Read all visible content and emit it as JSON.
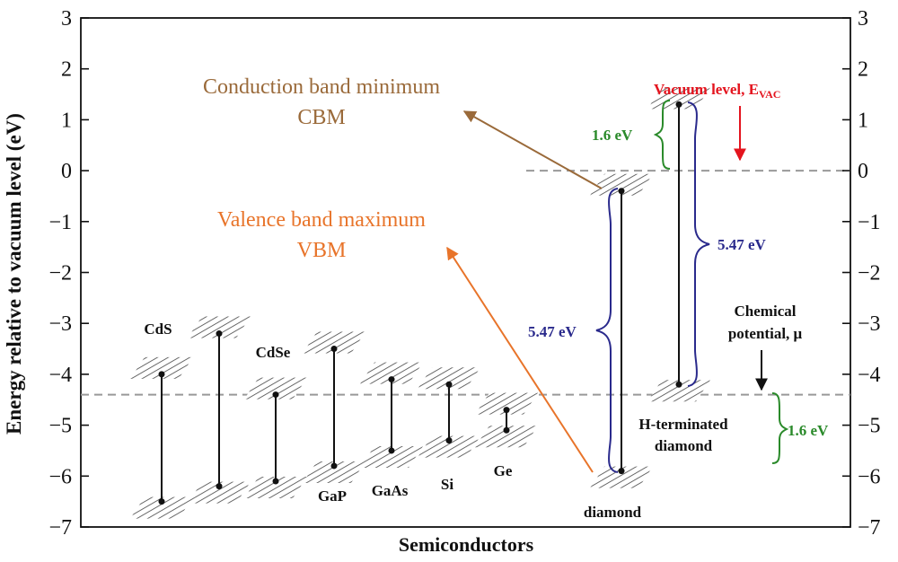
{
  "chart_data": {
    "type": "band-diagram",
    "xlabel": "Semiconductors",
    "ylabel": "Energy relative to vacuum level (eV)",
    "ylim": [
      -7,
      3
    ],
    "yticks": [
      "3",
      "2",
      "1",
      "0",
      "−1",
      "−2",
      "−3",
      "−4",
      "−5",
      "−6",
      "−7"
    ],
    "reference_lines": [
      {
        "name": "vacuum level",
        "y": 0
      },
      {
        "name": "chemical potential",
        "y": -4.4
      }
    ],
    "series": [
      {
        "label": "CdS",
        "cbm": -4.0,
        "vbm": -6.5
      },
      {
        "label": "",
        "cbm": -3.2,
        "vbm": -6.2
      },
      {
        "label": "CdSe",
        "cbm": -4.4,
        "vbm": -6.1
      },
      {
        "label": "GaP",
        "cbm": -3.5,
        "vbm": -5.8
      },
      {
        "label": "GaAs",
        "cbm": -4.1,
        "vbm": -5.5
      },
      {
        "label": "Si",
        "cbm": -4.2,
        "vbm": -5.3
      },
      {
        "label": "Ge",
        "cbm": -4.7,
        "vbm": -5.1
      },
      {
        "label": "diamond",
        "cbm": -0.4,
        "vbm": -5.9
      },
      {
        "label": "H-terminated diamond",
        "cbm": 1.3,
        "vbm": -4.2
      }
    ],
    "annotations": {
      "cbm_line1": "Conduction band minimum",
      "cbm_line2": "CBM",
      "vbm_line1": "Valence band maximum",
      "vbm_line2": "VBM",
      "vacuum_main": "Vacuum level, E",
      "vacuum_sub": "VAC",
      "chem_line1": "Chemical",
      "chem_line2": "potential, μ",
      "gap_diamond": "5.47 eV",
      "gap_hdiamond": "5.47 eV",
      "offset_top": "1.6 eV",
      "offset_bottom": "1.6 eV"
    },
    "colors": {
      "cbm": "#9a6a3a",
      "vbm": "#e8742a",
      "vacuum": "#e4141e",
      "gap": "#2a2a8c",
      "offset": "#2a8a2a",
      "reference": "#999999"
    }
  }
}
